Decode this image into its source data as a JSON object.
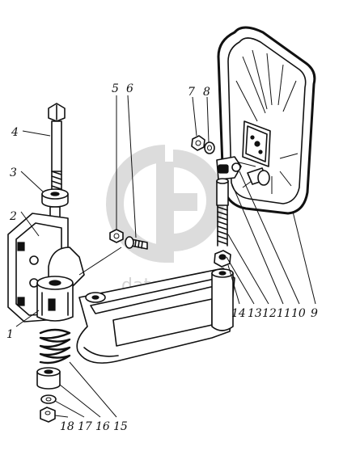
{
  "callouts": [
    {
      "n": "1"
    },
    {
      "n": "2"
    },
    {
      "n": "3"
    },
    {
      "n": "4"
    },
    {
      "n": "5"
    },
    {
      "n": "6"
    },
    {
      "n": "7"
    },
    {
      "n": "8"
    },
    {
      "n": "9"
    },
    {
      "n": "10"
    },
    {
      "n": "11"
    },
    {
      "n": "12"
    },
    {
      "n": "13"
    },
    {
      "n": "14"
    },
    {
      "n": "15"
    },
    {
      "n": "16"
    },
    {
      "n": "17"
    },
    {
      "n": "18"
    }
  ],
  "watermark": {
    "text": "data-parts"
  },
  "colors": {
    "ink": "#111111",
    "watermark": "#d9d9d9",
    "background": "#ffffff"
  }
}
